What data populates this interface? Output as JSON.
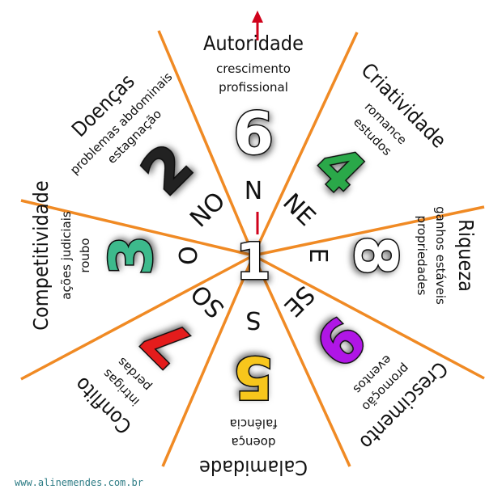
{
  "center_number": "1",
  "line_color": "#f08a24",
  "arrow_color": "#d0021b",
  "sectors": [
    {
      "direction": "N",
      "number": "6",
      "number_color": "#ffffff",
      "title": "Autoridade",
      "lines": [
        "crescimento",
        "profissional"
      ]
    },
    {
      "direction": "NE",
      "number": "4",
      "number_color": "#2aa84a",
      "title": "Criatividade",
      "lines": [
        "romance",
        "estudos"
      ]
    },
    {
      "direction": "E",
      "number": "8",
      "number_color": "#ffffff",
      "title": "Riqueza",
      "lines": [
        "ganhos estáveis",
        "propriedades"
      ]
    },
    {
      "direction": "SE",
      "number": "9",
      "number_color": "#b014e6",
      "title": "Crescimento",
      "lines": [
        "promoção",
        "eventos"
      ]
    },
    {
      "direction": "S",
      "number": "5",
      "number_color": "#f7c61a",
      "title": "Calamidade",
      "lines": [
        "doença",
        "falência"
      ]
    },
    {
      "direction": "SO",
      "number": "7",
      "number_color": "#e41e1e",
      "title": "Conflito",
      "lines": [
        "intrigas",
        "perdas"
      ]
    },
    {
      "direction": "O",
      "number": "3",
      "number_color": "#3dba8c",
      "title": "Competitividade",
      "lines": [
        "ações judiciais",
        "roubo"
      ]
    },
    {
      "direction": "NO",
      "number": "2",
      "number_color": "#222222",
      "title": "Doenças",
      "lines": [
        "problemas abdominais",
        "estagnação"
      ]
    }
  ],
  "website": "www.alinemendes.com.br"
}
